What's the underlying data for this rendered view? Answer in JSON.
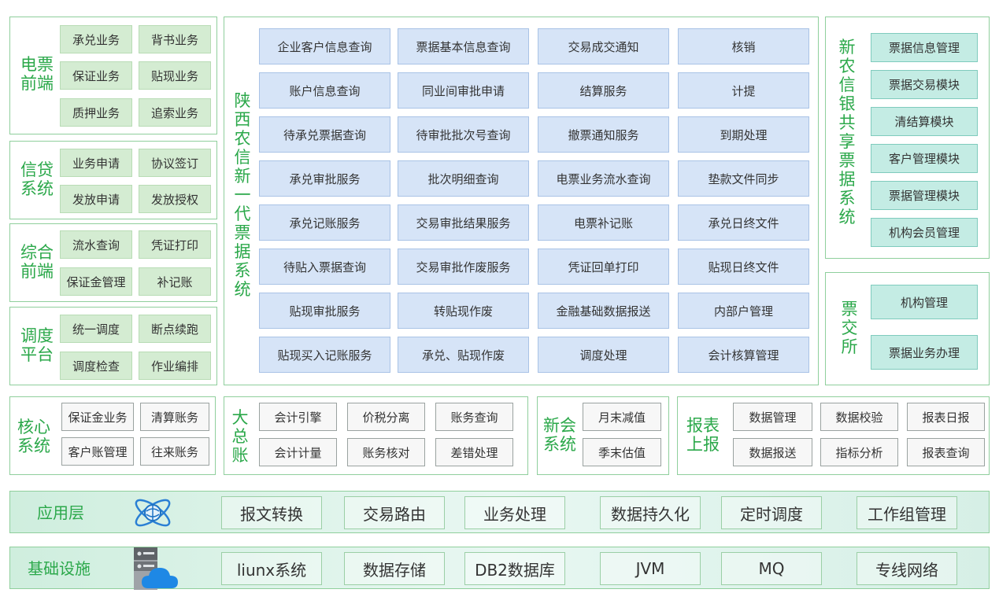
{
  "colors": {
    "title_green": "#2ba84a",
    "green_box": "#d4ecd2",
    "blue_box": "#d6e4f7",
    "teal_box": "#c4ece4",
    "band_bg": "#e4f6ee"
  },
  "e_ticket": {
    "title": "电票前端",
    "items": [
      "承兑业务",
      "背书业务",
      "保证业务",
      "贴现业务",
      "质押业务",
      "追索业务"
    ]
  },
  "credit": {
    "title": "信贷系统",
    "items": [
      "业务申请",
      "协议签订",
      "发放申请",
      "发放授权"
    ]
  },
  "integrated": {
    "title": "综合前端",
    "items": [
      "流水查询",
      "凭证打印",
      "保证金管理",
      "补记账"
    ]
  },
  "dispatch": {
    "title": "调度平台",
    "items": [
      "统一调度",
      "断点续跑",
      "调度检查",
      "作业编排"
    ]
  },
  "main": {
    "title": "陕西农信新一代票据系统",
    "items": [
      "企业客户信息查询",
      "票据基本信息查询",
      "交易成交通知",
      "核销",
      "账户信息查询",
      "同业间审批申请",
      "结算服务",
      "计提",
      "待承兑票据查询",
      "待审批批次号查询",
      "撤票通知服务",
      "到期处理",
      "承兑审批服务",
      "批次明细查询",
      "电票业务流水查询",
      "垫款文件同步",
      "承兑记账服务",
      "交易审批结果服务",
      "电票补记账",
      "承兑日终文件",
      "待贴入票据查询",
      "交易审批作废服务",
      "凭证回单打印",
      "贴现日终文件",
      "贴现审批服务",
      "转贴现作废",
      "金融基础数据报送",
      "内部户管理",
      "贴现买入记账服务",
      "承兑、贴现作废",
      "调度处理",
      "会计核算管理"
    ]
  },
  "shared": {
    "title": "新农信银共享票据系统",
    "items": [
      "票据信息管理",
      "票据交易模块",
      "清结算模块",
      "客户管理模块",
      "票据管理模块",
      "机构会员管理"
    ]
  },
  "exchange": {
    "title": "票交所",
    "items": [
      "机构管理",
      "票据业务办理"
    ]
  },
  "core": {
    "title": "核心系统",
    "items": [
      "保证金业务",
      "清算账务",
      "客户账管理",
      "往来账务"
    ]
  },
  "ledger": {
    "title": "大总账",
    "items": [
      "会计引擎",
      "价税分离",
      "账务查询",
      "会计计量",
      "账务核对",
      "差错处理"
    ]
  },
  "newacct": {
    "title": "新会系统",
    "items": [
      "月末减值",
      "季末估值"
    ]
  },
  "report": {
    "title": "报表上报",
    "items": [
      "数据管理",
      "数据校验",
      "报表日报",
      "数据报送",
      "指标分析",
      "报表查询"
    ]
  },
  "app_layer": {
    "title": "应用层",
    "icon": "atom-network-icon",
    "items": [
      "报文转换",
      "交易路由",
      "业务处理",
      "数据持久化",
      "定时调度",
      "工作组管理"
    ]
  },
  "infra": {
    "title": "基础设施",
    "icon": "server-cloud-icon",
    "items": [
      "liunx系统",
      "数据存储",
      "DB2数据库",
      "JVM",
      "MQ",
      "专线网络"
    ]
  }
}
